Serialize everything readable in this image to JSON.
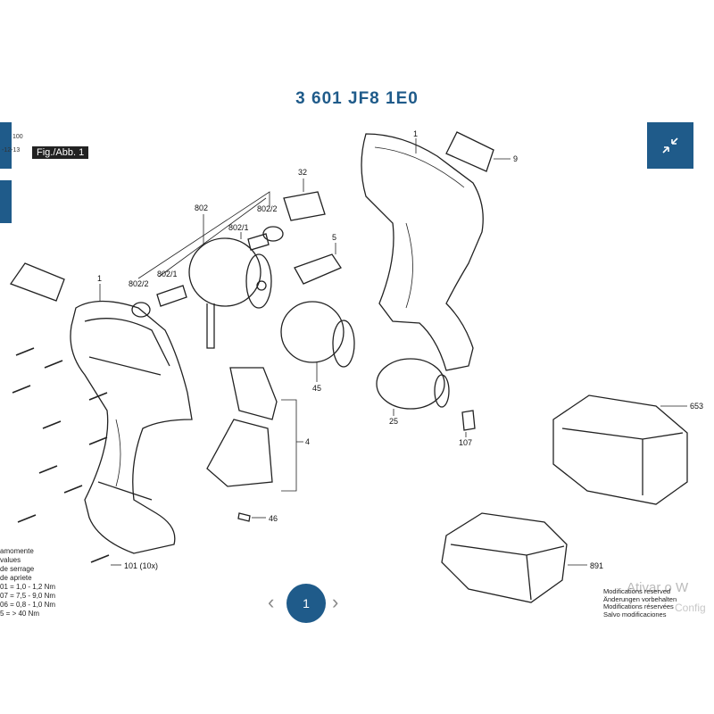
{
  "header": {
    "title": "3 601 JF8 1E0"
  },
  "meta": {
    "line1": "100",
    "line2": "-12-13",
    "fig_label": "Fig./Abb. 1"
  },
  "callouts": [
    {
      "id": "1a",
      "text": "1"
    },
    {
      "id": "1b",
      "text": "1"
    },
    {
      "id": "9",
      "text": "9"
    },
    {
      "id": "32",
      "text": "32"
    },
    {
      "id": "802",
      "text": "802"
    },
    {
      "id": "8022a",
      "text": "802/2"
    },
    {
      "id": "8021a",
      "text": "802/1"
    },
    {
      "id": "8021b",
      "text": "802/1"
    },
    {
      "id": "8022b",
      "text": "802/2"
    },
    {
      "id": "5",
      "text": "5"
    },
    {
      "id": "45",
      "text": "45"
    },
    {
      "id": "25",
      "text": "25"
    },
    {
      "id": "4",
      "text": "4"
    },
    {
      "id": "107",
      "text": "107"
    },
    {
      "id": "46",
      "text": "46"
    },
    {
      "id": "101",
      "text": "101 (10x)"
    },
    {
      "id": "653",
      "text": "653"
    },
    {
      "id": "891",
      "text": "891"
    }
  ],
  "torque_notes": [
    "amomente",
    "values",
    "de serrage",
    "de apriete",
    "01 = 1,0 - 1,2 Nm",
    "07 = 7,5 - 9,0 Nm",
    "06 = 0,8 - 1,0 Nm",
    "5 = > 40 Nm"
  ],
  "modifications": [
    "Modifications reserved",
    "Änderungen vorbehalten",
    "Modifications réservées",
    "Salvo modificaciones"
  ],
  "watermark": {
    "line1": "Ativar o W",
    "line2": "Config"
  },
  "pager": {
    "prev": "‹",
    "current": "1",
    "next": "›"
  },
  "colors": {
    "accent": "#1f5b8a"
  }
}
